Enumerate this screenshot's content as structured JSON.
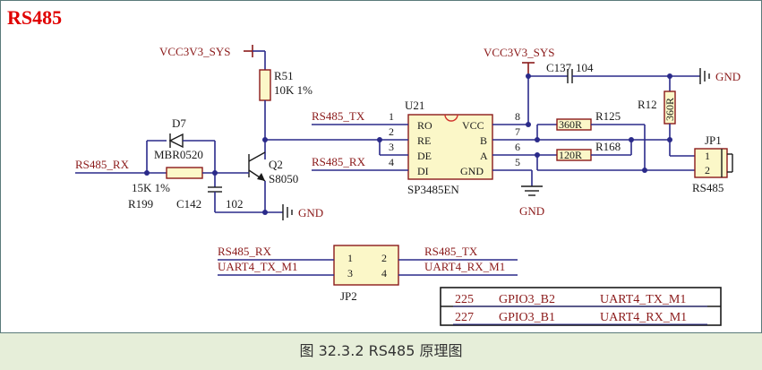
{
  "title": "RS485",
  "caption": "图 32.3.2 RS485 原理图",
  "colors": {
    "title": "#e00000",
    "net": "#8b1a1a",
    "wire": "#2a2a8a",
    "comp_fill": "#fbf7c8",
    "bg": "#e6eed9"
  },
  "nets": {
    "vcc_left": "VCC3V3_SYS",
    "vcc_right": "VCC3V3_SYS",
    "gnd_q2": "GND",
    "gnd_u21": "GND",
    "gnd_r12": "GND",
    "rs485_tx": "RS485_TX",
    "rs485_rx_left": "RS485_RX",
    "rs485_rx_u21": "RS485_RX"
  },
  "components": {
    "r51": {
      "ref": "R51",
      "value": "10K 1%"
    },
    "d7": {
      "ref": "D7",
      "value": "MBR0520"
    },
    "r199": {
      "ref": "R199",
      "value": "15K 1%"
    },
    "c142": {
      "ref": "C142",
      "value": "102"
    },
    "q2": {
      "ref": "Q2",
      "value": "S8050"
    },
    "u21": {
      "ref": "U21",
      "value": "SP3485EN",
      "left_pins": [
        {
          "num": "1",
          "name": "RO"
        },
        {
          "num": "2",
          "name": "RE"
        },
        {
          "num": "3",
          "name": "DE"
        },
        {
          "num": "4",
          "name": "DI"
        }
      ],
      "right_pins": [
        {
          "num": "8",
          "name": "VCC"
        },
        {
          "num": "7",
          "name": "B"
        },
        {
          "num": "6",
          "name": "A"
        },
        {
          "num": "5",
          "name": "GND"
        }
      ]
    },
    "c137": {
      "ref": "C137",
      "value": "104"
    },
    "r125": {
      "ref": "R125",
      "value": "360R"
    },
    "r168": {
      "ref": "R168",
      "value": "120R"
    },
    "r12x": {
      "ref": "R12",
      "value": "360R"
    },
    "jp1": {
      "ref": "JP1",
      "name": "RS485",
      "pins": [
        "1",
        "2"
      ]
    },
    "jp2": {
      "ref": "JP2",
      "pins": [
        "1",
        "2",
        "3",
        "4"
      ],
      "left_nets": [
        "RS485_RX",
        "UART4_TX_M1"
      ],
      "right_nets": [
        "RS485_TX",
        "UART4_RX_M1"
      ]
    }
  },
  "gpio_table": [
    {
      "num": "225",
      "gpio": "GPIO3_B2",
      "func": "UART4_TX_M1"
    },
    {
      "num": "227",
      "gpio": "GPIO3_B1",
      "func": "UART4_RX_M1"
    }
  ]
}
